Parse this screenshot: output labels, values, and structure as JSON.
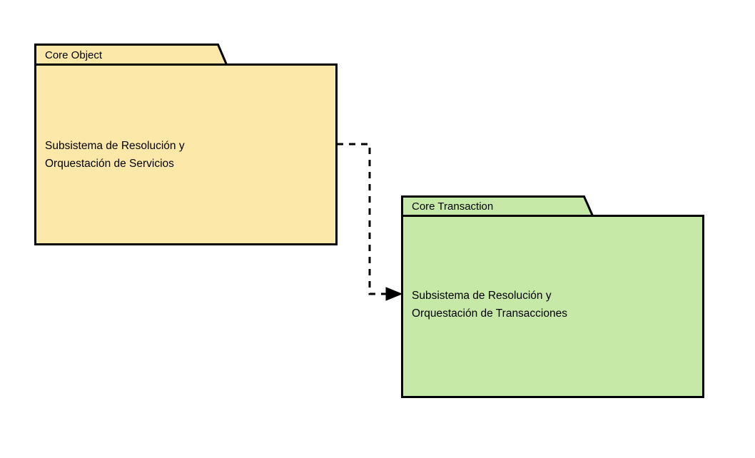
{
  "diagram": {
    "type": "uml-package-diagram",
    "background_color": "#ffffff",
    "stroke_color": "#000000",
    "packages": [
      {
        "id": "core-object",
        "name": "Core Object",
        "fill_color": "#FCE8A8",
        "body_lines": [
          "Subsistema de Resolución y",
          "Orquestación de Servicios"
        ]
      },
      {
        "id": "core-transaction",
        "name": "Core Transaction",
        "fill_color": "#C6E9A8",
        "body_lines": [
          "Subsistema de Resolución y",
          "Orquestación de Transacciones"
        ]
      }
    ],
    "connector": {
      "id": "dependency-arrow",
      "style": "dashed",
      "arrowhead": "filled-triangle",
      "label": "",
      "from": "core-object",
      "to": "core-transaction"
    }
  }
}
